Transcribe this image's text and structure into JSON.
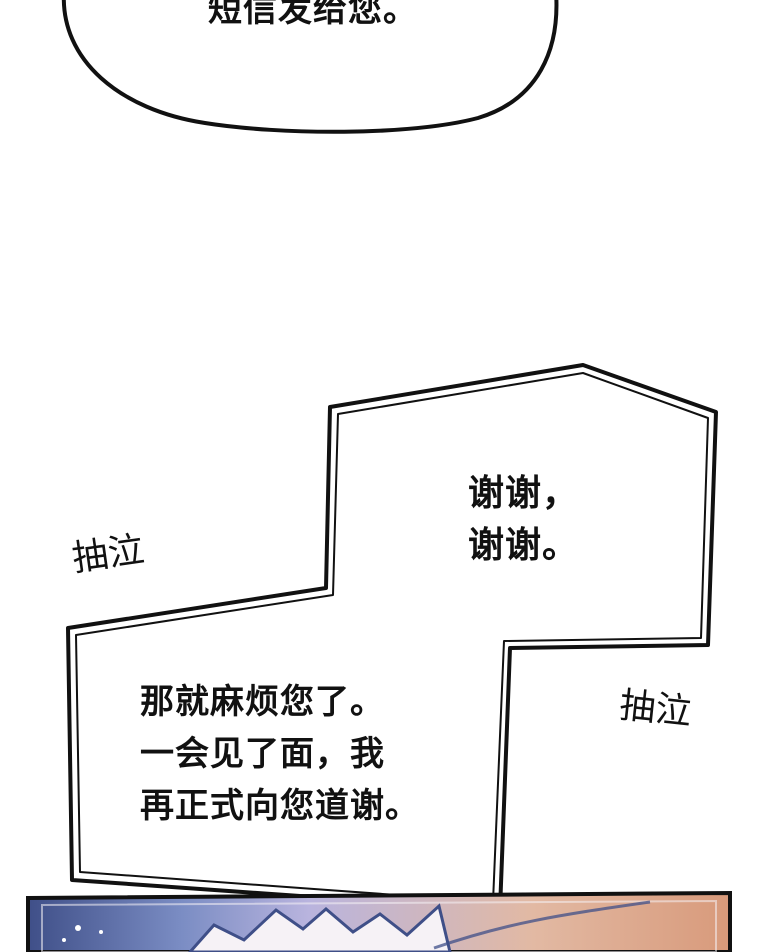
{
  "page": {
    "background_color": "#ffffff",
    "ink_color": "#111111"
  },
  "top_bubble": {
    "text": "短信发给您。"
  },
  "thanks_box": {
    "lines": [
      "谢谢，",
      "谢谢。"
    ]
  },
  "request_box": {
    "lines": [
      "那就麻烦您了。",
      "一会见了面，我",
      "再正式向您道谢。"
    ]
  },
  "sound_effects": {
    "left": "抽泣",
    "right": "抽泣"
  },
  "bottom_panel": {
    "colors": {
      "dark_blue": "#3f4f88",
      "mid_blue": "#7b8dc4",
      "lavender": "#b9b4de",
      "peach": "#e2b9a3",
      "orange": "#d89a7b",
      "pale": "#f6f2f6"
    }
  }
}
